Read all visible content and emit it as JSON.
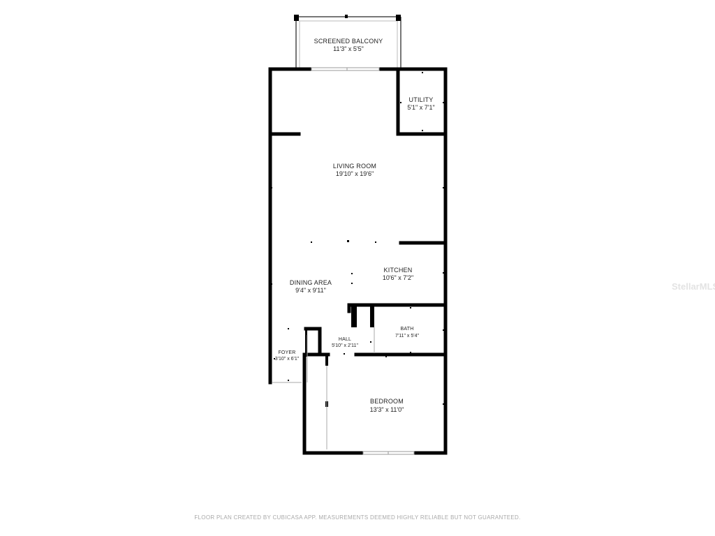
{
  "rooms": {
    "balcony": {
      "name": "SCREENED BALCONY",
      "dims": "11'3\" x 5'5\""
    },
    "utility": {
      "name": "UTILITY",
      "dims": "5'1\" x 7'1\""
    },
    "living": {
      "name": "LIVING ROOM",
      "dims": "19'10\" x 19'6\""
    },
    "kitchen": {
      "name": "KITCHEN",
      "dims": "10'6\" x 7'2\""
    },
    "dining": {
      "name": "DINING AREA",
      "dims": "9'4\" x 9'11\""
    },
    "bath": {
      "name": "BATH",
      "dims": "7'11\" x 5'4\""
    },
    "hall": {
      "name": "HALL",
      "dims": "5'10\" x 2'11\""
    },
    "foyer": {
      "name": "FOYER",
      "dims": "3'10\" x 6'1\""
    },
    "bedroom": {
      "name": "BEDROOM",
      "dims": "13'3\" x 11'0\""
    }
  },
  "footer": "FLOOR PLAN CREATED BY CUBICASA APP. MEASUREMENTS DEEMED HIGHLY RELIABLE BUT NOT GUARANTEED.",
  "watermark": "StellarMLS",
  "colors": {
    "wall": "#000000",
    "window": "#cfcfcf"
  }
}
